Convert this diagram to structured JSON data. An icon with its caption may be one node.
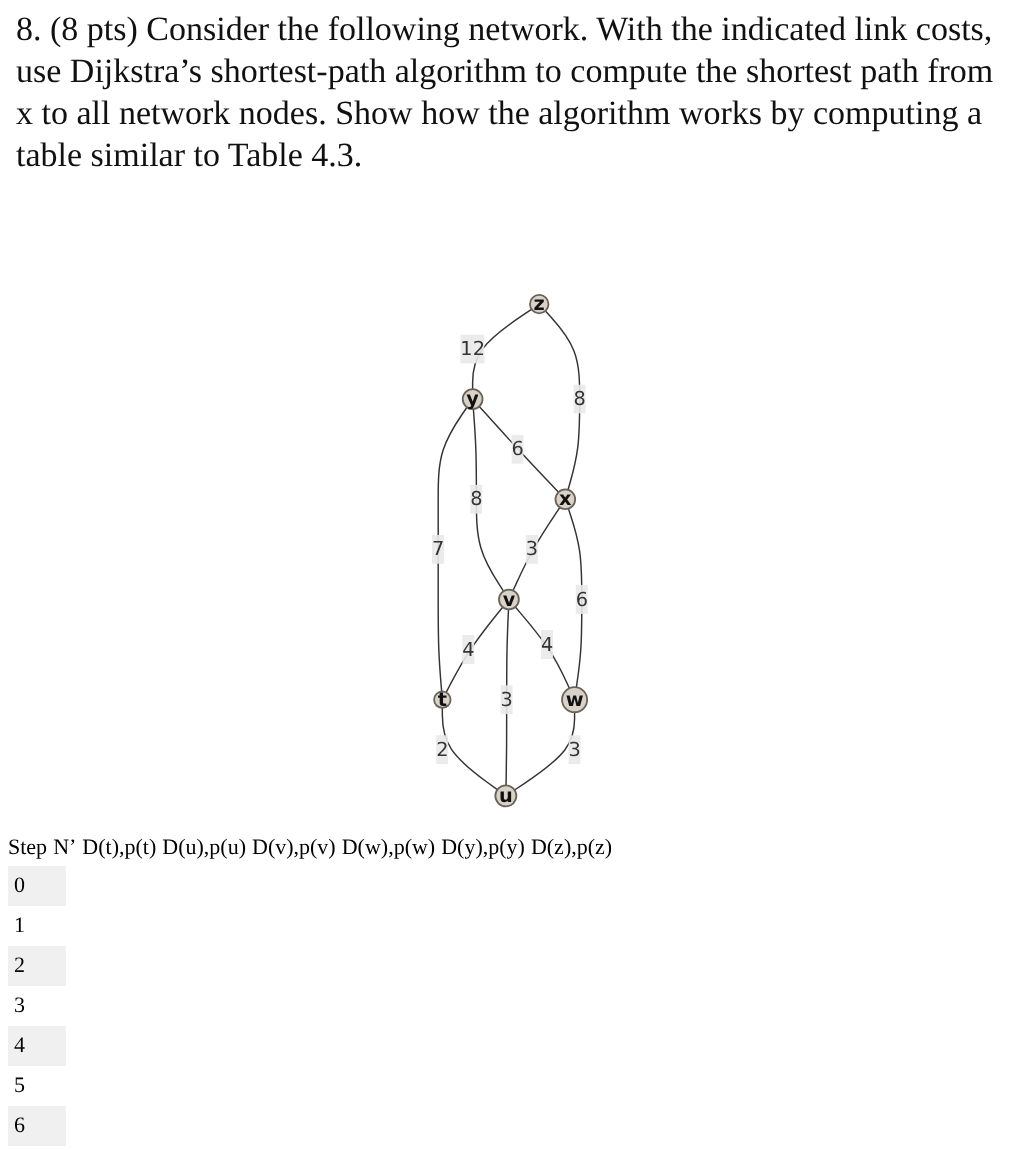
{
  "diagram": {
    "title": "8. (8 pts) Consider the following network. With the indicated link costs, use Dijkstra’s shortest-path algorithm to compute the shortest path from x to all network nodes. Show how the algorithm works by computing a table similar to Table 4.3.",
    "nodes": [
      {
        "text": [
          "z"
        ]
      },
      {
        "text": [
          "y"
        ]
      },
      {
        "text": [
          "t"
        ]
      },
      {
        "text": [
          "v"
        ]
      },
      {
        "text": [
          "x"
        ]
      },
      {
        "text": [
          "u"
        ]
      },
      {
        "text": [
          "w"
        ]
      }
    ],
    "edges": [
      {
        "from": 0,
        "to": 1,
        "arrow": "none",
        "label": "12"
      },
      {
        "from": 0,
        "to": 4,
        "arrow": "none",
        "label": "8"
      },
      {
        "from": 1,
        "to": 2,
        "arrow": "none",
        "label": "7"
      },
      {
        "from": 1,
        "to": 3,
        "arrow": "none",
        "label": "8"
      },
      {
        "from": 1,
        "to": 4,
        "arrow": "none",
        "label": "6"
      },
      {
        "from": 3,
        "to": 2,
        "arrow": "none",
        "label": "4"
      },
      {
        "from": 4,
        "to": 3,
        "arrow": "none",
        "label": "3"
      },
      {
        "from": 2,
        "to": 5,
        "arrow": "none",
        "label": "2"
      },
      {
        "from": 3,
        "to": 5,
        "arrow": "none",
        "label": "3"
      },
      {
        "from": 3,
        "to": 6,
        "arrow": "none",
        "label": "4"
      },
      {
        "from": 4,
        "to": 6,
        "arrow": "none",
        "label": "6"
      },
      {
        "from": 6,
        "to": 5,
        "arrow": "none",
        "label": "3"
      }
    ],
    "labels": [
      "Step",
      "N’",
      "D(t),p(t)",
      "D(u),p(u)",
      "D(v),p(v)",
      "D(w),p(w)",
      "D(y),p(y)",
      "D(z),p(z)",
      "0",
      "1",
      "2",
      "3",
      "4",
      "5",
      "6"
    ]
  }
}
